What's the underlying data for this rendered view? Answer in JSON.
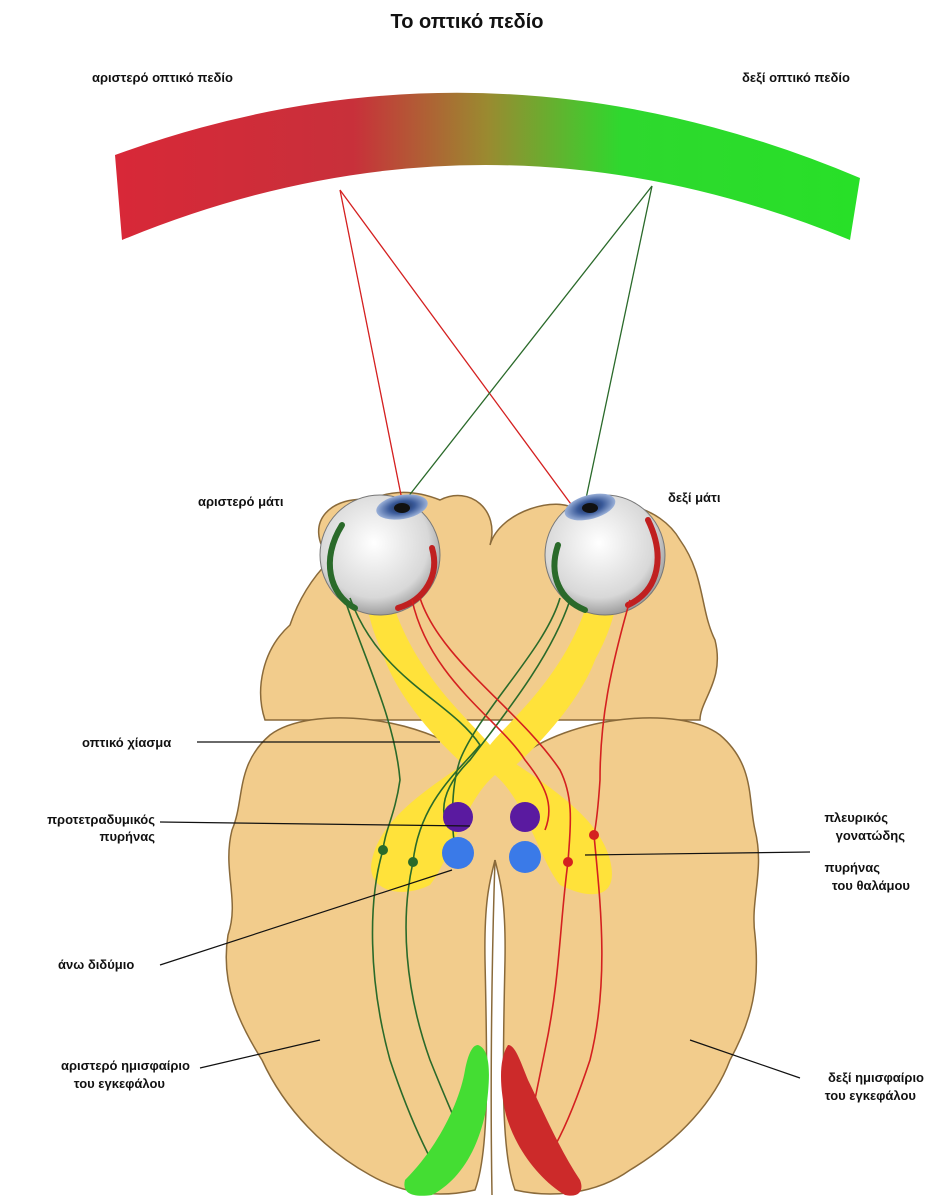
{
  "title": "Το οπτικό πεδίο",
  "labels": {
    "left_field": "αριστερό οπτικό πεδίο",
    "right_field": "δεξί οπτικό πεδίο",
    "left_eye": "αριστερό μάτι",
    "right_eye": "δεξί μάτι",
    "optic_chiasm": "οπτικό χίασμα",
    "pretectal_1": "προτετραδυμικός",
    "pretectal_2": "πυρήνας",
    "lgn_1": "πλευρικός",
    "lgn_2": "γονατώδης",
    "lgn_3": "πυρήνας",
    "lgn_4": "του θαλάμου",
    "superior_colliculus": "άνω διδύμιο",
    "left_hemisphere_1": "αριστερό ημισφαίριο",
    "left_hemisphere_2": "του εγκεφάλου",
    "right_hemisphere_1": "δεξί ημισφαίριο",
    "right_hemisphere_2": "του εγκεφάλου"
  },
  "colors": {
    "left_field": "#e0283a",
    "right_field": "#22dd22",
    "brain": "#f2cc8c",
    "brain_outline": "#8a6a3a",
    "optic_tract": "#ffe23a",
    "red_path": "#d42020",
    "green_path": "#2a6a2a",
    "pretectal": "#5a1aa0",
    "colliculus": "#3a7ae8",
    "left_cortex": "#44dd33",
    "right_cortex": "#cc2a2a"
  }
}
